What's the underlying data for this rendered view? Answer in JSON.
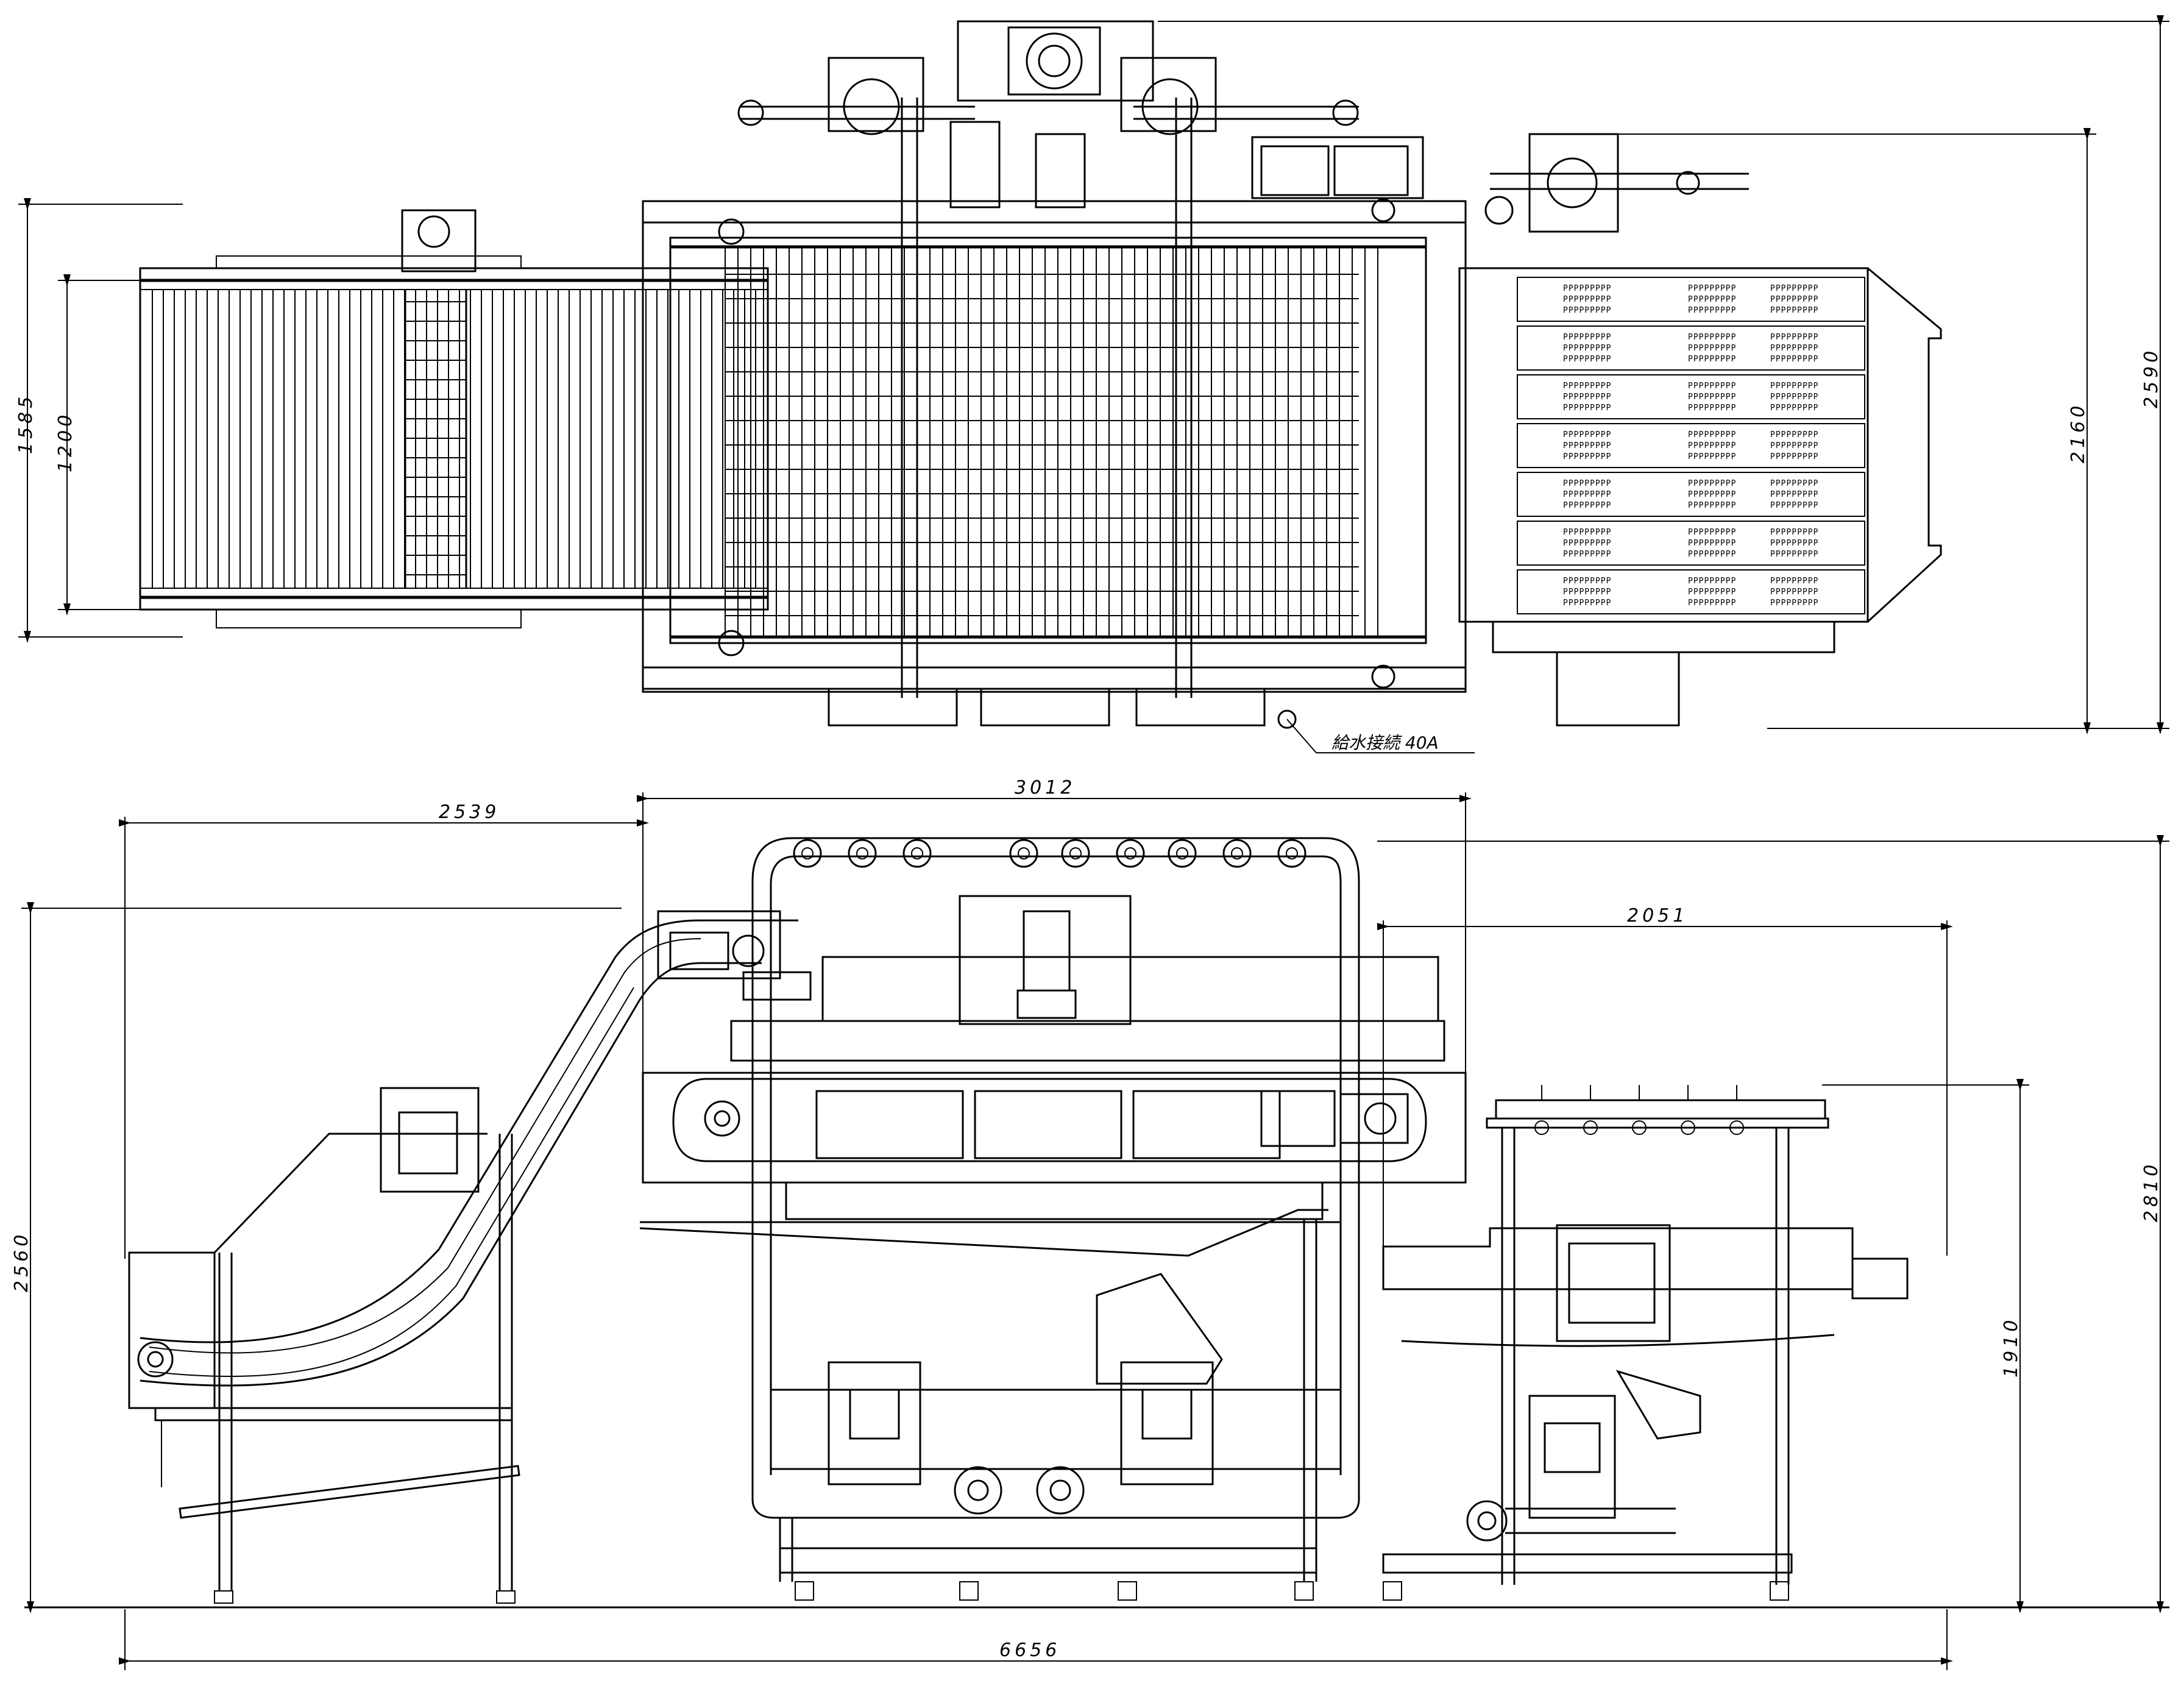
{
  "drawing": {
    "dimensions": {
      "top_width_1585": "1585",
      "top_width_1200": "1200",
      "top_height_2160": "2160",
      "top_height_2590": "2590",
      "side_3012": "3012",
      "side_2539": "2539",
      "side_2051": "2051",
      "side_2560": "2560",
      "side_1910": "1910",
      "side_2810": "2810",
      "side_total_6656": "6656"
    },
    "annotations": {
      "water_connection": "給水接続 40A"
    },
    "perforation_pattern": "PPPPPPPPP"
  }
}
